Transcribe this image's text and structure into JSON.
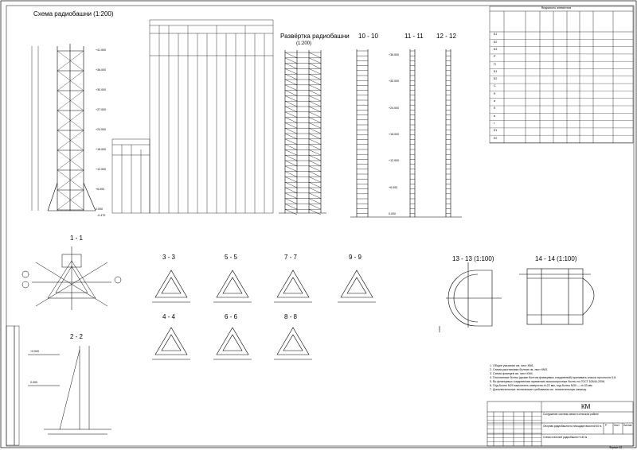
{
  "titles": {
    "tower_scheme": "Схема радиобашни (1:200)",
    "tower_unfold": "Развёртка радиобашни",
    "tower_unfold_scale": "(1:200)",
    "plan_view": "1 - 1",
    "detail_2": "2 - 2"
  },
  "sections": {
    "s10": "10 - 10",
    "s11": "11 - 11",
    "s12": "12 - 12",
    "s3": "3 - 3",
    "s5": "5 - 5",
    "s7": "7 - 7",
    "s9": "9 - 9",
    "s4": "4 - 4",
    "s6": "6 - 6",
    "s8": "8 - 8",
    "s13": "13 - 13 (1:100)",
    "s14": "14 - 14 (1:100)"
  },
  "levels": [
    "+41.000",
    "+36.000",
    "+30.000",
    "+27.000",
    "+24.000",
    "+18.000",
    "+12.000",
    "+6.000",
    "0.000"
  ],
  "levels_12": [
    "+36.000",
    "+30.000",
    "+24.000",
    "+18.000",
    "+12.000",
    "+6.000",
    "0.000"
  ],
  "detail2_levels": [
    "+0.000",
    "0.000"
  ],
  "base_mark": "-0.470",
  "table_header": "Ведомость элементов",
  "table_rows": [
    "Б1",
    "Б2",
    "Б3",
    "Р",
    "П",
    "Б1",
    "Б2",
    "С",
    "Е",
    "а",
    "б",
    "в",
    "г",
    "Е1",
    "Е2"
  ],
  "notes": [
    "1. Общие указания см. лист КМ1.",
    "2. Схема расстановки болтов см. лист КМ3.",
    "3. Схема фланцев см. лист КМ4.",
    "4. Постоянные болты (кроме болтов фланцевых соединений) принимать класса прочности 5.8.",
    "5. Во фланцевых соединениях применять высокопрочные болты по ГОСТ 52644-2006.",
    "6. Под болты М20 выполнять отверстия d=22 мм, под болты М30 — d=33 мм.",
    "7. Дополнительные технические требования см. пояснительную записку."
  ],
  "stamp": {
    "code": "КМ",
    "project": "Сооружение системы связи в сельском районе",
    "stage": "Р",
    "sheet_label": "Лист",
    "sheets_label": "Листов",
    "object": "Опорная радиобашня на площадке высотой 40 м",
    "drawing": "Схема стальной радиобашни Н=40 м",
    "format": "Формат А3"
  }
}
